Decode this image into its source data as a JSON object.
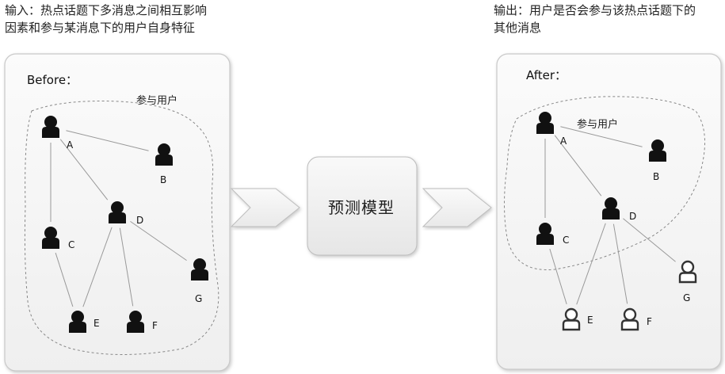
{
  "input_caption": {
    "line1": "输入：热点话题下多消息之间相互影响",
    "line2": "因素和参与某消息下的用户自身特征"
  },
  "output_caption": {
    "line1": "输出：用户是否会参与该热点话题下的",
    "line2": "其他消息"
  },
  "before_panel": {
    "title": "Before：",
    "group_label": "参与用户",
    "nodes": [
      {
        "id": "A",
        "label": "A",
        "state": "participating"
      },
      {
        "id": "B",
        "label": "B",
        "state": "participating"
      },
      {
        "id": "C",
        "label": "C",
        "state": "participating"
      },
      {
        "id": "D",
        "label": "D",
        "state": "participating"
      },
      {
        "id": "E",
        "label": "E",
        "state": "participating"
      },
      {
        "id": "F",
        "label": "F",
        "state": "participating"
      },
      {
        "id": "G",
        "label": "G",
        "state": "participating"
      }
    ]
  },
  "model": {
    "label": "预测模型"
  },
  "after_panel": {
    "title": "After：",
    "group_label": "参与用户",
    "nodes": [
      {
        "id": "A",
        "label": "A",
        "state": "participating"
      },
      {
        "id": "B",
        "label": "B",
        "state": "participating"
      },
      {
        "id": "C",
        "label": "C",
        "state": "participating"
      },
      {
        "id": "D",
        "label": "D",
        "state": "participating"
      },
      {
        "id": "E",
        "label": "E",
        "state": "predicted"
      },
      {
        "id": "F",
        "label": "F",
        "state": "predicted"
      },
      {
        "id": "G",
        "label": "G",
        "state": "predicted"
      }
    ]
  },
  "edges": [
    [
      "A",
      "B"
    ],
    [
      "A",
      "C"
    ],
    [
      "A",
      "D"
    ],
    [
      "D",
      "E"
    ],
    [
      "D",
      "F"
    ],
    [
      "D",
      "G"
    ],
    [
      "C",
      "E"
    ]
  ],
  "colors": {
    "panel_fill": "#f7f7f7",
    "panel_border": "#c8c8c8",
    "user_filled": "#111111",
    "user_outline": "#333333",
    "edge": "#999999",
    "arrow_fill": "#f4f4f4"
  }
}
